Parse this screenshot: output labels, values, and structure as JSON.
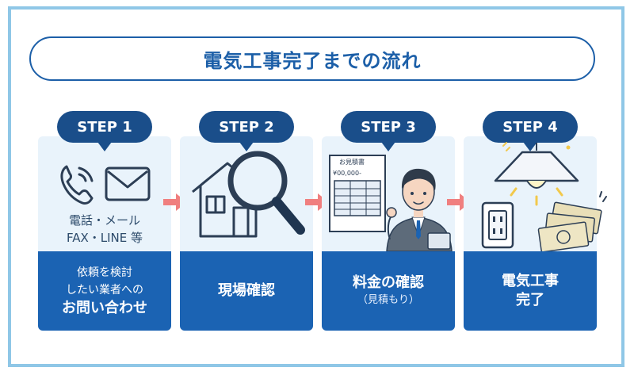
{
  "title": "電気工事完了までの流れ",
  "steps": [
    {
      "label": "STEP 1",
      "contact_line1": "電話・メール",
      "contact_line2": "FAX・LINE 等",
      "lines": [
        "依頼を検討",
        "したい業者への",
        "お問い合わせ"
      ]
    },
    {
      "label": "STEP 2",
      "lines": [
        "現場確認"
      ]
    },
    {
      "label": "STEP 3",
      "doc_title": "お見積書",
      "doc_amount": "¥00,000-",
      "lines": [
        "料金の確認"
      ],
      "sub": "（見積もり）"
    },
    {
      "label": "STEP 4",
      "lines": [
        "電気工事",
        "完了"
      ]
    }
  ],
  "colors": {
    "primary": "#1b63b3",
    "bubble": "#1a4e8a",
    "panel": "#e9f3fb",
    "border": "#8fc7e7",
    "arrow": "#f07f7f"
  }
}
